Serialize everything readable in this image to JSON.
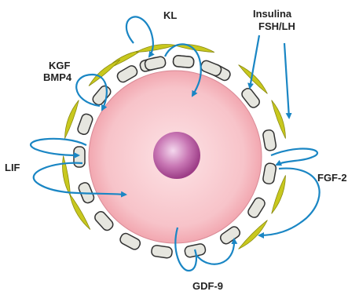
{
  "labels": {
    "kl": "KL",
    "insulina": "Insulina",
    "fsh_lh": "FSH/LH",
    "kgf": "KGF",
    "bmp4": "BMP4",
    "lif": "LIF",
    "fgf2": "FGF-2",
    "gdf9": "GDF-9"
  },
  "colors": {
    "oocyte_edge": "#f2a7b0",
    "oocyte_center": "#fde3e6",
    "nucleus_edge": "#9c3c86",
    "nucleus_center": "#f4d8ee",
    "granulosa_fill": "#e6e6df",
    "granulosa_stroke": "#333333",
    "theca": "#c8c81e",
    "arrow": "#1a86c4"
  }
}
